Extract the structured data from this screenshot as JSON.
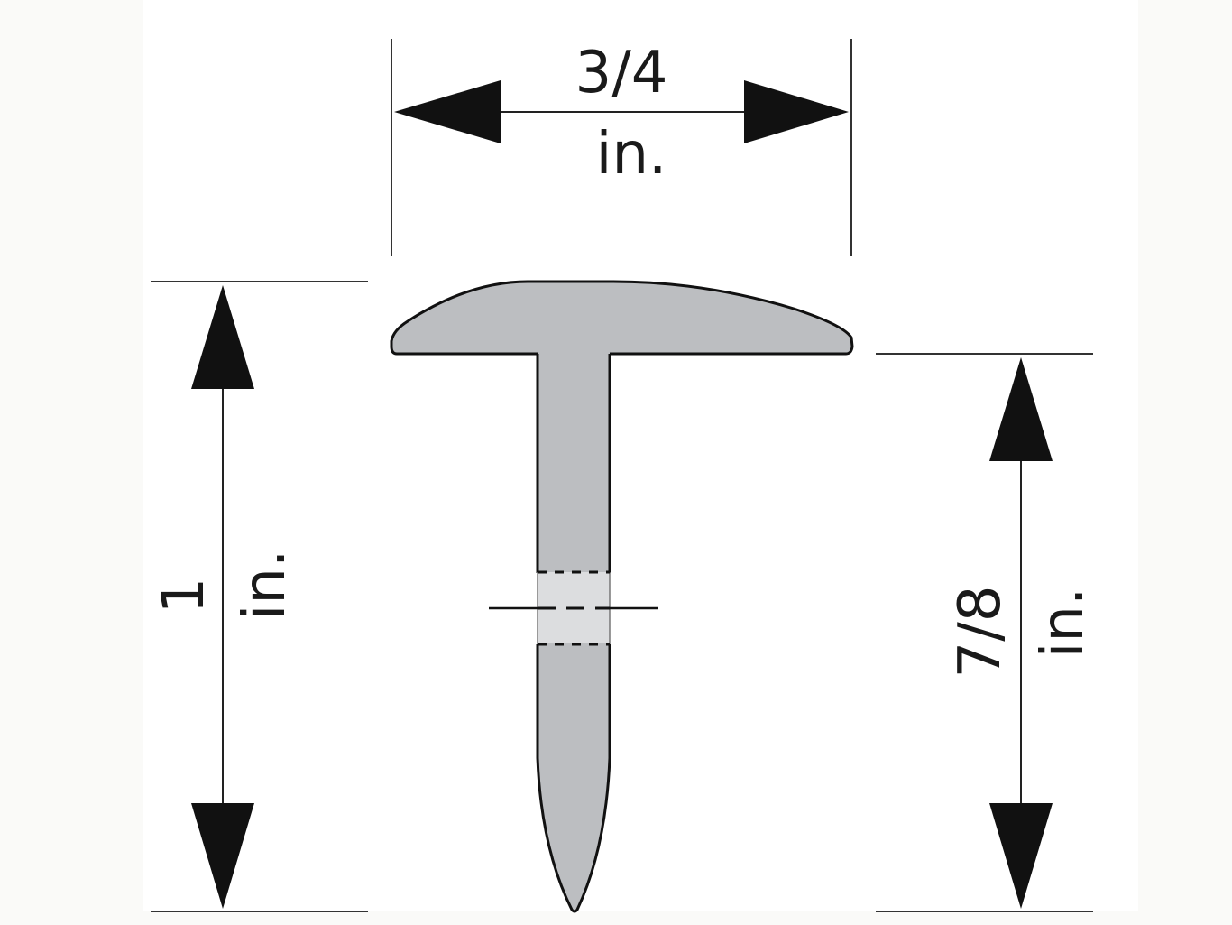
{
  "diagram": {
    "subject": "T-molding profile",
    "colors": {
      "profile_fill": "#bcbec1",
      "glue_band_fill": "#dcdddf",
      "outline": "#111111",
      "dimension_line": "#222222",
      "arrow_fill": "#111111",
      "background": "#ffffff"
    },
    "dimensions": {
      "width": {
        "value": "3/4",
        "unit": "in."
      },
      "total_height": {
        "value": "1",
        "unit": "in."
      },
      "stem_height": {
        "value": "7/8",
        "unit": "in."
      }
    }
  }
}
